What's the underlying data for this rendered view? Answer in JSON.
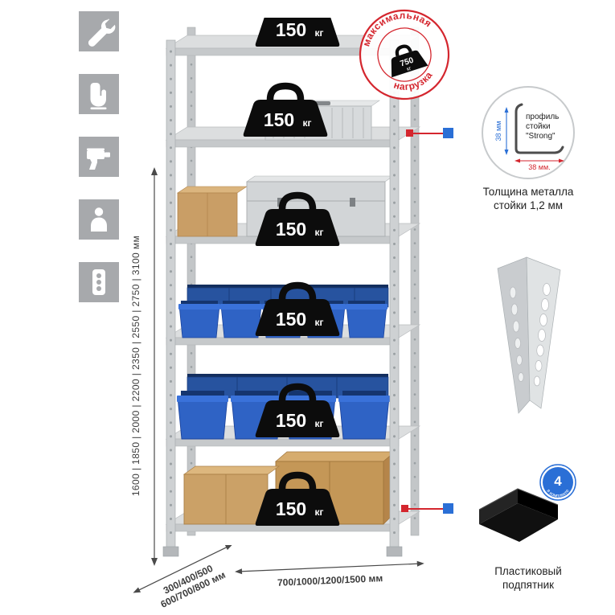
{
  "page": {
    "bg": "#ffffff"
  },
  "colors": {
    "accent_blue": "#2a6fd6",
    "accent_red": "#d4262e",
    "icon_gray": "#a7a9ac",
    "metal_gray": "#ced1d3",
    "bin_blue": "#2f63c5",
    "box_tan": "#c99e66"
  },
  "feature_icons": [
    {
      "name": "wrench"
    },
    {
      "name": "gloves"
    },
    {
      "name": "drill"
    },
    {
      "name": "person"
    },
    {
      "name": "power-strip"
    }
  ],
  "rack": {
    "shelf_count": 6,
    "shelf_load_number": "150",
    "shelf_load_unit": "кг",
    "max_load_number": "750",
    "max_load_unit": "кг",
    "stamp_word_top": "максимальная",
    "stamp_word_bottom": "нагрузка"
  },
  "dimensions": {
    "height": "1600 | 1850 | 2000 | 2200 | 2350 | 2550 | 2750 | 3100 мм",
    "width": "700/1000/1200/1500 мм",
    "depth_line1": "300/400/500",
    "depth_line2": "600/700/800 мм"
  },
  "callouts": {
    "profile": {
      "label_line1": "профиль",
      "label_line2": "стойки",
      "label_line3": "\"Strong\"",
      "dim_vertical": "38 мм",
      "dim_horizontal": "38 мм.",
      "caption_line1": "Толщина металла",
      "caption_line2": "стойки 1,2 мм"
    },
    "foot": {
      "badge_number": "4",
      "badge_text": "в комплекте",
      "caption_line1": "Пластиковый",
      "caption_line2": "подпятник"
    }
  }
}
